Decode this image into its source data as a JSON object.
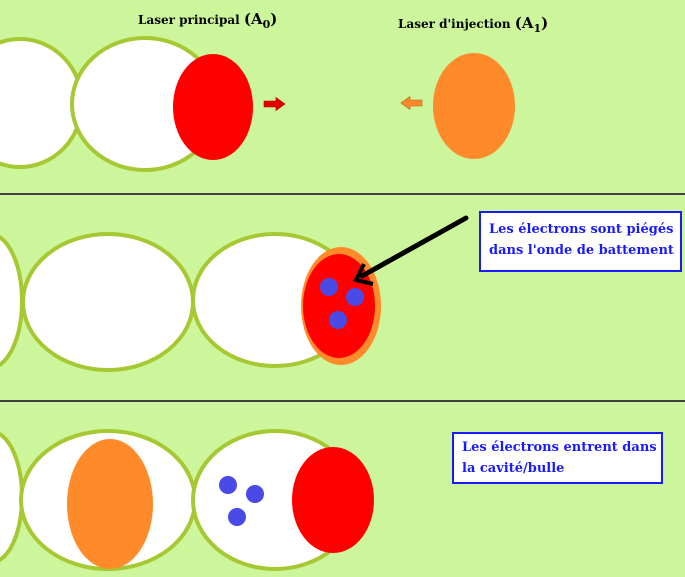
{
  "panel1": {
    "main_laser_label": "Laser principal",
    "main_laser_symbol": "A",
    "main_laser_subscript": "0",
    "injection_laser_label": "Laser d'injection",
    "injection_laser_symbol": "A",
    "injection_laser_subscript": "1"
  },
  "panel2": {
    "callout_line1": "Les électrons sont piégés",
    "callout_line2": "dans l'onde de battement"
  },
  "panel3": {
    "callout_line1": "Les électrons entrent dans",
    "callout_line2": "la cavité/bulle"
  },
  "colors": {
    "background": "#ccf59c",
    "bubble_outline": "#a6c832",
    "main_laser": "#ff0000",
    "injection_laser": "#ff8a2a",
    "electron": "#4a4ae6",
    "divider": "#000000",
    "callout_text": "#1a1aff"
  }
}
